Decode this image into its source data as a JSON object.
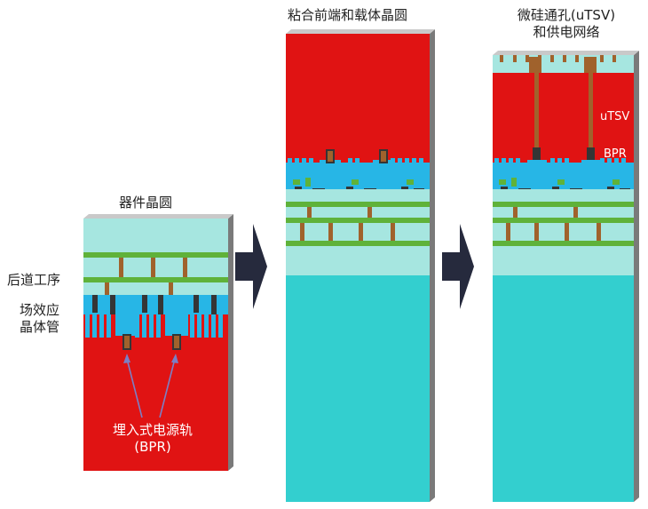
{
  "colors": {
    "substrate_red": "#e01313",
    "carrier_cyan": "#33cfcf",
    "beol_cyan": "#a6e6e0",
    "metal_green": "#5fb23a",
    "via_brown": "#a0622c",
    "device_blue": "#27b6e6",
    "gate_dark": "#353535",
    "arrow_navy": "#262a3d"
  },
  "titles": {
    "panel1": "器件晶圆",
    "panel2": "粘合前端和载体晶圆",
    "panel3_line1": "微硅通孔(uTSV)",
    "panel3_line2": "和供电网络"
  },
  "labels": {
    "beol": "后道工序",
    "fet_line1": "场效应",
    "fet_line2": "晶体管",
    "bpr_line1": "埋入式电源轨",
    "bpr_line2": "(BPR)",
    "utsv": "uTSV",
    "bpr": "BPR"
  },
  "icons": {
    "process_arrow_1": "chevron-right-icon",
    "process_arrow_2": "chevron-right-icon"
  }
}
